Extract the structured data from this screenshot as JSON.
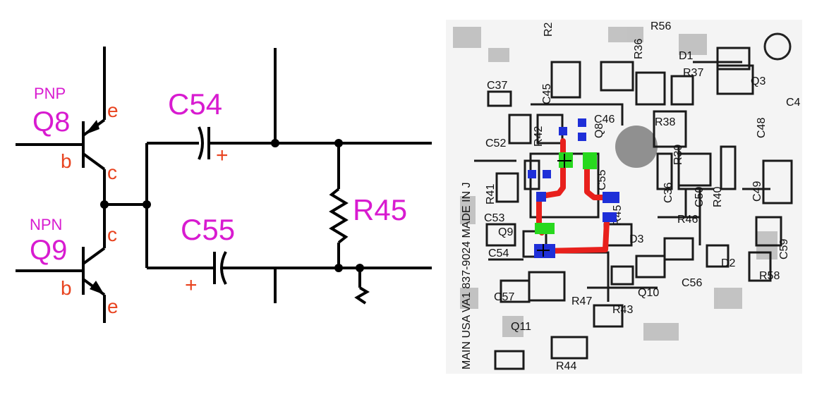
{
  "schematic": {
    "q8": {
      "type": "PNP",
      "name": "Q8",
      "pins": {
        "e": "e",
        "b": "b",
        "c": "c"
      }
    },
    "q9": {
      "type": "NPN",
      "name": "Q9",
      "pins": {
        "c": "c",
        "b": "b",
        "e": "e"
      }
    },
    "c54": {
      "name": "C54",
      "polarity": "+"
    },
    "c55": {
      "name": "C55",
      "polarity": "+"
    },
    "r45": {
      "name": "R45"
    },
    "label_colors": {
      "part_labels": "#d81bd0",
      "pin_labels": "#e8431f"
    }
  },
  "pcb": {
    "vertical_text": "MAIN USA VA1 837-9024 MADE IN J",
    "labels": [
      "R2",
      "R36",
      "R56",
      "D1",
      "C45",
      "C37",
      "R37",
      "Q3",
      "C4",
      "C46",
      "Q8",
      "R42",
      "R38",
      "C52",
      "C48",
      "R39",
      "C55",
      "R41",
      "C36",
      "C50",
      "R40",
      "C49",
      "R45",
      "C53",
      "R46",
      "Q9",
      "D3",
      "C59",
      "C54",
      "D2",
      "C56",
      "R58",
      "Q10",
      "C57",
      "R47",
      "R43",
      "Q11",
      "R44"
    ],
    "overlay_colors": {
      "trace": "#e8201c",
      "blue_pad": "#1e2fd8",
      "green_pad": "#28d81e"
    }
  }
}
